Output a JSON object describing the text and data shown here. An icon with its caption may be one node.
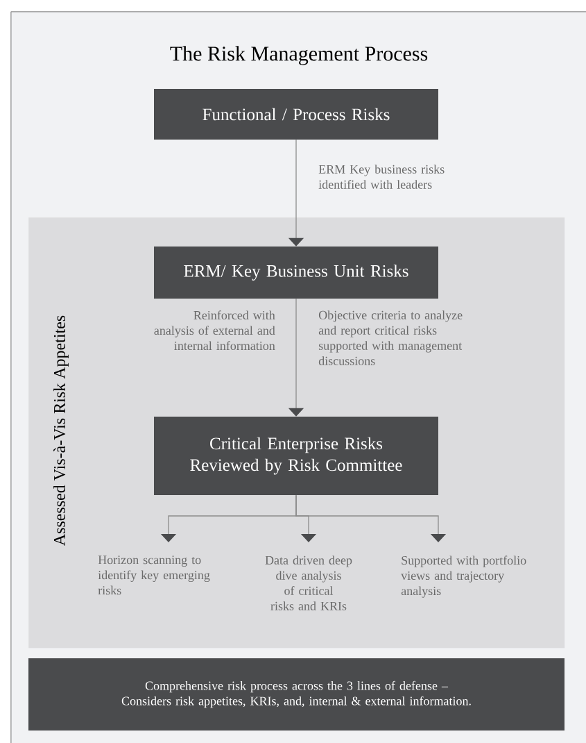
{
  "diagram": {
    "title": "The Risk Management Process",
    "nodes": [
      {
        "text": [
          "Functional / Process Risks"
        ]
      },
      {
        "text": [
          "Assessed Vis-à-Vis Risk Appetites"
        ]
      },
      {
        "text": [
          "ERM/ Key Business Unit Risks"
        ],
        "in": 1
      },
      {
        "text": [
          "Critical Enterprise Risks Reviewed by Risk Committee"
        ],
        "in": 1
      },
      {
        "text": [
          "Horizon scanning to identify key emerging risks"
        ],
        "in": 1
      },
      {
        "text": [
          "Data driven deep dive analysis of critical risks and KRIs"
        ],
        "in": 1
      },
      {
        "text": [
          "Supported with portfolio views and trajectory analysis"
        ],
        "in": 1
      },
      {
        "text": [
          "Comprehensive risk process across the 3 lines of defense – Considers risk appetites, KRIs, and, internal & external information."
        ]
      }
    ],
    "edges": [
      {
        "from": 0,
        "to": 2,
        "arrow": "to",
        "label": "ERM Key business risks identified with leaders"
      },
      {
        "from": 2,
        "to": 3,
        "arrow": "to",
        "label": "Objective criteria to analyze and report critical risks supported with management discussions"
      },
      {
        "from": 3,
        "to": 4,
        "arrow": "to"
      },
      {
        "from": 3,
        "to": 5,
        "arrow": "to"
      },
      {
        "from": 3,
        "to": 6,
        "arrow": "to"
      }
    ],
    "labels": [
      "Reinforced with analysis of external and internal information"
    ]
  }
}
